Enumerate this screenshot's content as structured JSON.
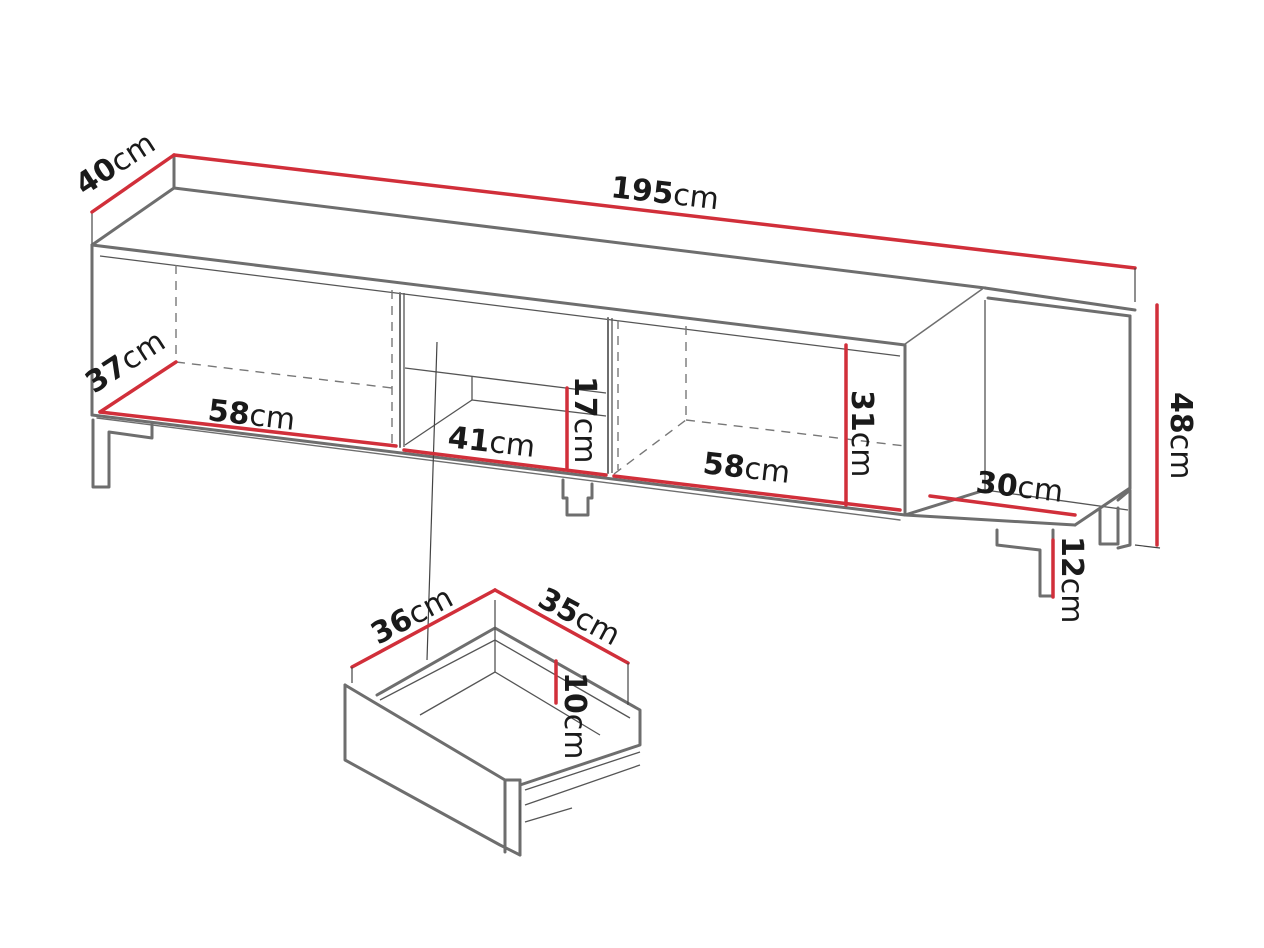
{
  "diagram": {
    "subject": "TV stand dimension drawing",
    "colors": {
      "dimension_line": "#d12f3a",
      "outline": "#6e6e6e",
      "text": "#1a1a1a",
      "background": "#ffffff"
    },
    "dimensions": {
      "depth": {
        "value": "40",
        "unit": "cm"
      },
      "width": {
        "value": "195",
        "unit": "cm"
      },
      "height": {
        "value": "48",
        "unit": "cm"
      },
      "inner_depth": {
        "value": "37",
        "unit": "cm"
      },
      "left_shelf_width": {
        "value": "58",
        "unit": "cm"
      },
      "mid_shelf_width": {
        "value": "41",
        "unit": "cm"
      },
      "mid_open_height": {
        "value": "17",
        "unit": "cm"
      },
      "right_shelf_width": {
        "value": "58",
        "unit": "cm"
      },
      "inner_height": {
        "value": "31",
        "unit": "cm"
      },
      "open_shelf_width": {
        "value": "30",
        "unit": "cm"
      },
      "leg_height": {
        "value": "12",
        "unit": "cm"
      },
      "drawer_width": {
        "value": "36",
        "unit": "cm"
      },
      "drawer_depth": {
        "value": "35",
        "unit": "cm"
      },
      "drawer_height": {
        "value": "10",
        "unit": "cm"
      }
    }
  }
}
